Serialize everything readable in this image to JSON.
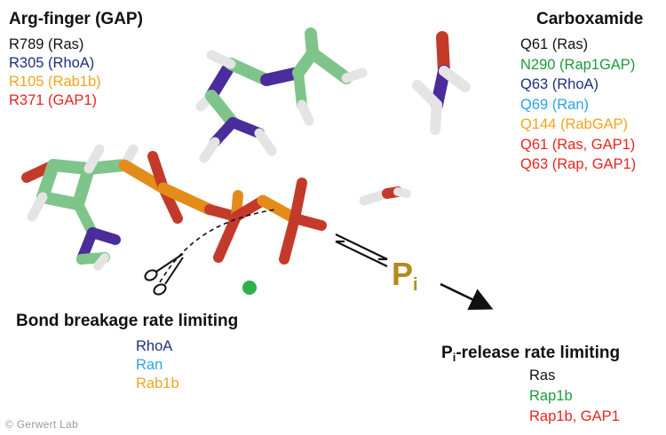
{
  "colors": {
    "black": "#111111",
    "navy": "#1f2f7a",
    "orange": "#f2a41c",
    "red": "#e8251e",
    "green": "#1c9a3c",
    "sky": "#2aa3e8",
    "pi_gold": "#b58a1e",
    "carbon": "#7fc48a",
    "nitrogen": "#4a2c9a",
    "oxygen": "#c43a2a",
    "hydrogen": "#e4e4e4",
    "phosphorus": "#e38c1a",
    "magnesium": "#2fb04a"
  },
  "arg_finger": {
    "title": "Arg-finger (GAP)",
    "items": [
      {
        "text": "R789 (Ras)",
        "color": "#111111"
      },
      {
        "text": "R305 (RhoA)",
        "color": "#1f2f7a"
      },
      {
        "text": "R105 (Rab1b)",
        "color": "#f2a41c"
      },
      {
        "text": "R371 (GAP1)",
        "color": "#e8251e"
      }
    ]
  },
  "carboxamide": {
    "title": "Carboxamide",
    "items": [
      {
        "text": "Q61 (Ras)",
        "color": "#111111"
      },
      {
        "text": "N290 (Rap1GAP)",
        "color": "#1c9a3c"
      },
      {
        "text": "Q63 (RhoA)",
        "color": "#1f2f7a"
      },
      {
        "text": "Q69 (Ran)",
        "color": "#2aa3e8"
      },
      {
        "text": "Q144 (RabGAP)",
        "color": "#f2a41c"
      },
      {
        "text": "Q61 (Ras, GAP1)",
        "color": "#e8251e"
      },
      {
        "text": "Q63 (Rap, GAP1)",
        "color": "#e8251e"
      }
    ]
  },
  "bond_breakage": {
    "title": "Bond breakage rate limiting",
    "items": [
      {
        "text": "RhoA",
        "color": "#1f2f7a"
      },
      {
        "text": "Ran",
        "color": "#2aa3e8"
      },
      {
        "text": "Rab1b",
        "color": "#f2a41c"
      }
    ]
  },
  "pi_release": {
    "title_main": "P",
    "title_sub": "i",
    "title_rest": "-release rate limiting",
    "items": [
      {
        "text": "Ras",
        "color": "#111111"
      },
      {
        "text": "Rap1b",
        "color": "#1c9a3c"
      },
      {
        "text": "Rap1b, GAP1",
        "color": "#e8251e"
      }
    ]
  },
  "pi_label": {
    "main": "P",
    "sub": "i"
  },
  "watermark": "© Gerwert Lab"
}
